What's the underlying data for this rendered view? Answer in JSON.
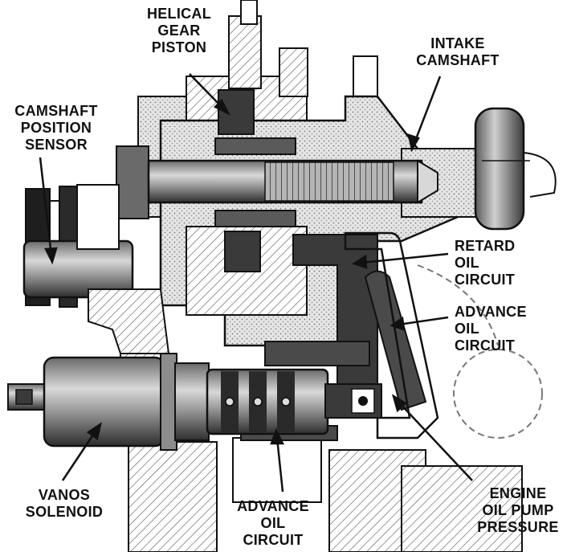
{
  "diagram": {
    "colors": {
      "ink": "#111111",
      "dark_fill": "#3a3a3a",
      "mid_fill": "#8c8c8c",
      "light_fill": "#cfcfcf",
      "stipple": "#bdbdbd",
      "paper": "#ffffff"
    },
    "labels": {
      "helical_gear_piston": [
        "HELICAL",
        "GEAR",
        "PISTON"
      ],
      "intake_camshaft": [
        "INTAKE",
        "CAMSHAFT"
      ],
      "camshaft_position_sensor": [
        "CAMSHAFT",
        "POSITION",
        "SENSOR"
      ],
      "retard_oil_circuit": [
        "RETARD",
        "OIL",
        "CIRCUIT"
      ],
      "advance_oil_circuit_right": [
        "ADVANCE",
        "OIL",
        "CIRCUIT"
      ],
      "vanos_solenoid": [
        "VANOS",
        "SOLENOID"
      ],
      "advance_oil_circuit_bottom": [
        "ADVANCE",
        "OIL",
        "CIRCUIT"
      ],
      "engine_oil_pump_pressure": [
        "ENGINE",
        "OIL PUMP",
        "PRESSURE"
      ]
    }
  }
}
